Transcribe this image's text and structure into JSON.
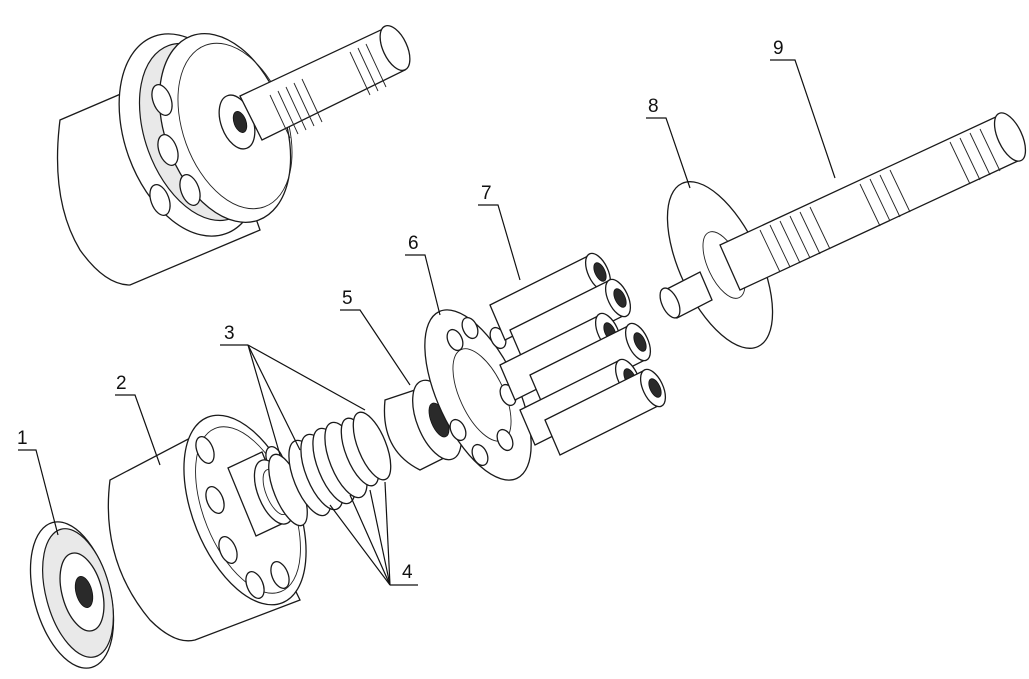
{
  "diagram": {
    "callouts": [
      {
        "id": "c1",
        "label": "1"
      },
      {
        "id": "c2",
        "label": "2"
      },
      {
        "id": "c3",
        "label": "3"
      },
      {
        "id": "c4",
        "label": "4"
      },
      {
        "id": "c5",
        "label": "5"
      },
      {
        "id": "c6",
        "label": "6"
      },
      {
        "id": "c7",
        "label": "7"
      },
      {
        "id": "c8",
        "label": "8"
      },
      {
        "id": "c9",
        "label": "9"
      }
    ],
    "colors": {
      "line": "#1a1a1a",
      "background": "#ffffff",
      "shade": "#e9e9e9"
    }
  }
}
